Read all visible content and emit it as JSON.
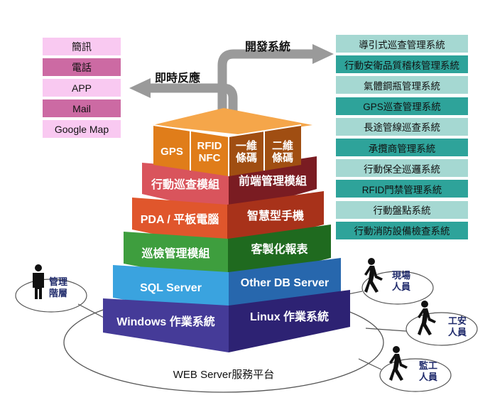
{
  "left_channels": {
    "heading": "即時反應",
    "items": [
      {
        "label": "簡訊",
        "color": "#f9c9f1"
      },
      {
        "label": "電話",
        "color": "#cc6aa3"
      },
      {
        "label": "APP",
        "color": "#f9c9f1"
      },
      {
        "label": "Mail",
        "color": "#cc6aa3"
      },
      {
        "label": "Google Map",
        "color": "#f9c9f1"
      }
    ]
  },
  "right_systems": {
    "heading": "開發系統",
    "items": [
      {
        "label": "導引式巡查管理系統",
        "color": "#a5d8d2"
      },
      {
        "label": "行動安衛品質稽核管理系統",
        "color": "#2ea39a"
      },
      {
        "label": "氣體鋼瓶管理系統",
        "color": "#a5d8d2"
      },
      {
        "label": "GPS巡查管理系統",
        "color": "#2ea39a"
      },
      {
        "label": "長途管線巡查系統",
        "color": "#a5d8d2"
      },
      {
        "label": "承攬商管理系統",
        "color": "#2ea39a"
      },
      {
        "label": "行動保全巡邏系統",
        "color": "#a5d8d2"
      },
      {
        "label": "RFID門禁管理系統",
        "color": "#2ea39a"
      },
      {
        "label": "行動盤點系統",
        "color": "#a5d8d2"
      },
      {
        "label": "行動消防設備檢查系統",
        "color": "#2ea39a"
      }
    ]
  },
  "pyramid": {
    "top_cubes": [
      "GPS",
      "RFID\nNFC",
      "一維\n條碼",
      "二維\n條碼"
    ],
    "tiers": [
      {
        "left": "行動巡查模組",
        "right": "前端管理模組",
        "front": "#d9545c",
        "side": "#7a1c22"
      },
      {
        "left": "PDA / 平板電腦",
        "right": "智慧型手機",
        "front": "#e0562c",
        "side": "#a8321a"
      },
      {
        "left": "巡檢管理模組",
        "right": "客製化報表",
        "front": "#3e9e3e",
        "side": "#1f6a1f"
      },
      {
        "left": "SQL Server",
        "right": "Other DB Server",
        "front": "#3aa3df",
        "side": "#2767ad"
      },
      {
        "left": "Windows 作業系統",
        "right": "Linux 作業系統",
        "front": "#453b98",
        "side": "#2d2273"
      }
    ],
    "cube_colors": {
      "front": "#e07d1a",
      "side": "#a04e12",
      "top": "#f5a64a"
    }
  },
  "platform": {
    "label": "WEB Server服務平台"
  },
  "roles": [
    {
      "label": "管理\n階層"
    },
    {
      "label": "現場\n人員"
    },
    {
      "label": "工安\n人員"
    },
    {
      "label": "監工\n人員"
    }
  ]
}
